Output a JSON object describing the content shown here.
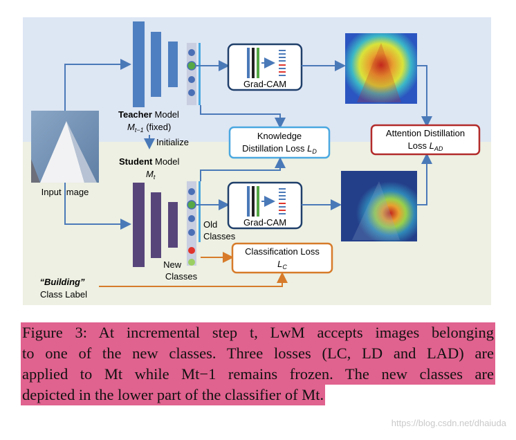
{
  "figure": {
    "input_label": "Input Image",
    "teacher_bold": "Teacher",
    "teacher_rest": " Model",
    "teacher_sub": "M",
    "teacher_sub_idx": "t−1",
    "teacher_fixed": " (fixed)",
    "initialize_label": "Initialize",
    "student_bold": "Student",
    "student_rest": " Model",
    "student_sub": "M",
    "student_sub_idx": "t",
    "gradcam_top": "Grad-CAM",
    "gradcam_bottom": "Grad-CAM",
    "kd_line1": "Knowledge",
    "kd_line2": "Distillation Loss ",
    "kd_sym": "L",
    "kd_idx": "D",
    "ad_line1": "Attention Distillation",
    "ad_line2": "Loss ",
    "ad_sym": "L",
    "ad_idx": "AD",
    "cls_line1": "Classification Loss",
    "cls_sym": "L",
    "cls_idx": "C",
    "old_classes_1": "Old",
    "old_classes_2": "Classes",
    "new_classes_1": "New",
    "new_classes_2": "Classes",
    "building_label": "“Building”",
    "class_label": "Class Label"
  },
  "colors": {
    "top_band": "#dde6f3",
    "bottom_band": "#edf0e2",
    "arrow_blue": "#4a79b8",
    "arrow_orange": "#d77b2a",
    "teacher_bar": "#4e7fc0",
    "student_bar": "#57457a",
    "kd_border": "#4aa8e0",
    "ad_border": "#b22a2a",
    "cls_border": "#d77b2a",
    "gradcam_border": "#1f3f6a",
    "node_blue": "#4a6fb5",
    "node_green": "#56a845",
    "node_red": "#e0342c",
    "node_lightgreen": "#9ccf63",
    "highlight": "#e0628e"
  },
  "caption": {
    "line1": "Figure 3: At incremental step t, LwM accepts images belonging",
    "line2": "to one of the new classes. Three losses (LC, LD and LAD) are",
    "line3": "applied to Mt while Mt−1 remains frozen. The new classes are",
    "line4": "depicted in the lower part of the classifier of Mt."
  },
  "watermark": "https://blog.csdn.net/dhaiuda"
}
